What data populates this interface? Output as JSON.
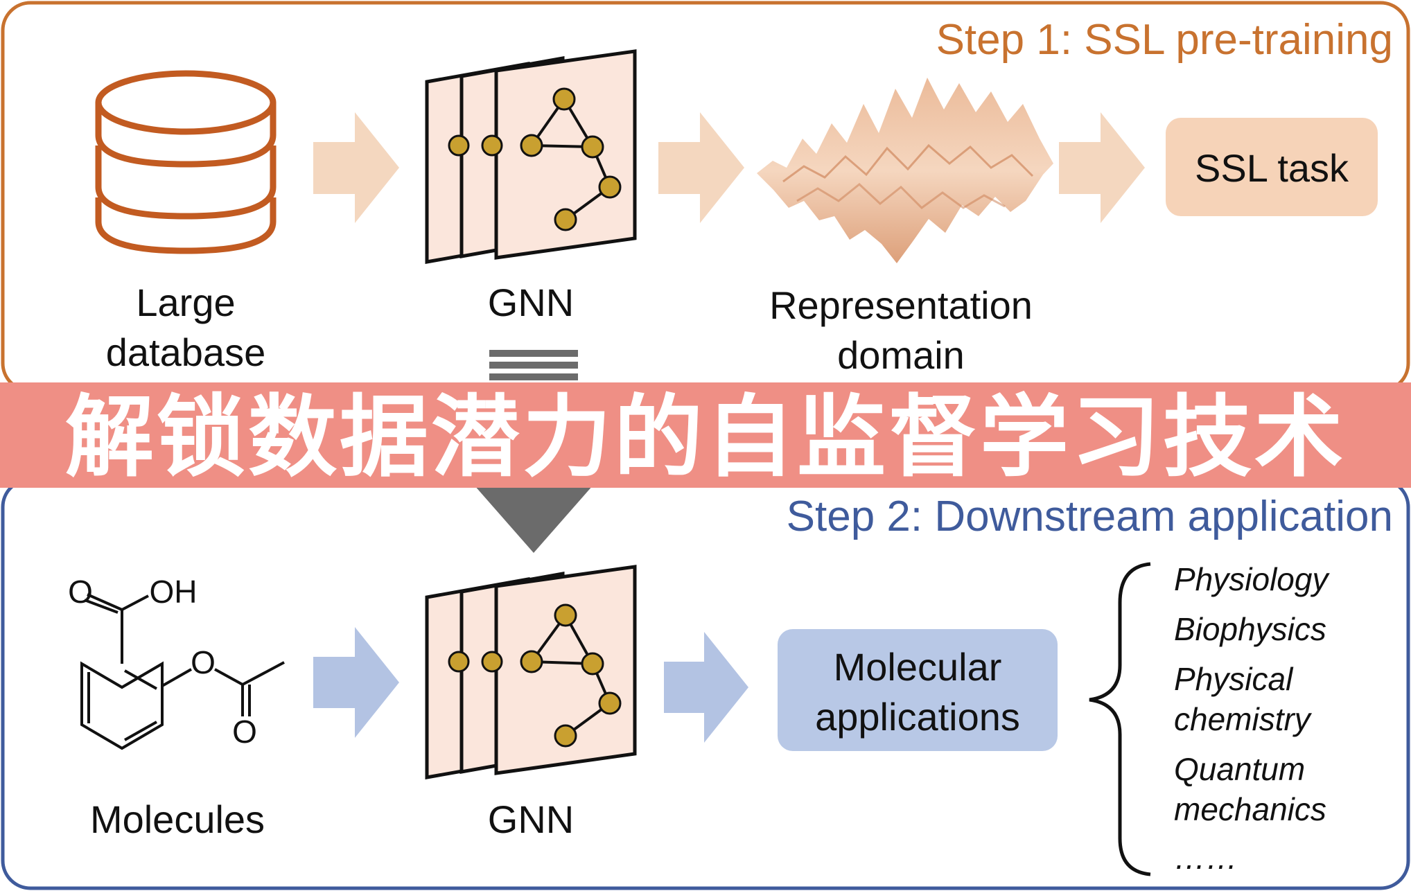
{
  "step1": {
    "title": "Step 1: SSL pre-training",
    "database_label_line1": "Large",
    "database_label_line2": "database",
    "gnn_label": "GNN",
    "representation_label_line1": "Representation",
    "representation_label_line2": "domain",
    "ssl_task_label": "SSL task"
  },
  "banner": {
    "text": "解锁数据潜力的自监督学习技术"
  },
  "step2": {
    "title": "Step 2: Downstream application",
    "molecule_atom_o1": "O",
    "molecule_atom_oh": "OH",
    "molecule_atom_o2": "O",
    "molecule_atom_o3": "O",
    "molecules_label": "Molecules",
    "gnn_label": "GNN",
    "molecular_apps_line1": "Molecular",
    "molecular_apps_line2": "applications",
    "apps": [
      "Physiology",
      "Biophysics",
      "Physical",
      "chemistry",
      "Quantum",
      "mechanics",
      "……"
    ]
  },
  "colors": {
    "step1_accent": "#c8722f",
    "step1_arrow": "#f4d7bf",
    "step2_accent": "#3f5b9c",
    "step2_arrow": "#b3c3e3",
    "banner": "#ef8f85",
    "node": "#c9a030",
    "card": "#fbe6dc"
  }
}
